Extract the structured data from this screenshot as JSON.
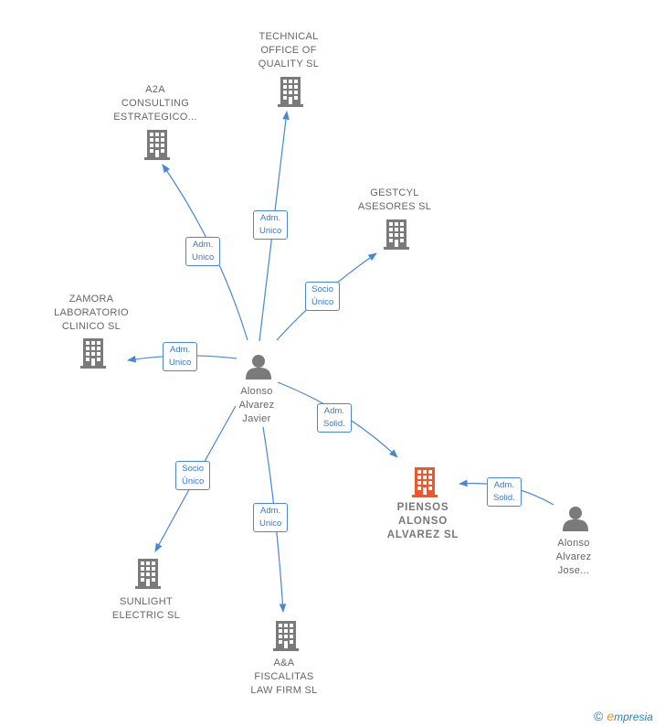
{
  "nodes": {
    "technical": {
      "type": "company",
      "label": "TECHNICAL\nOFFICE OF\nQUALITY SL",
      "color": "#7a7a7a"
    },
    "a2a": {
      "type": "company",
      "label": "A2A\nCONSULTING\nESTRATEGICO...",
      "color": "#7a7a7a"
    },
    "gestcyl": {
      "type": "company",
      "label": "GESTCYL\nASESORES SL",
      "color": "#7a7a7a"
    },
    "zamora": {
      "type": "company",
      "label": "ZAMORA\nLABORATORIO\nCLINICO  SL",
      "color": "#7a7a7a"
    },
    "piensos": {
      "type": "company",
      "label": "PIENSOS\nALONSO\nALVAREZ  SL",
      "color": "#f0562a"
    },
    "sunlight": {
      "type": "company",
      "label": "SUNLIGHT\nELECTRIC  SL",
      "color": "#7a7a7a"
    },
    "aa": {
      "type": "company",
      "label": "A&A\nFISCALITAS\nLAW FIRM  SL",
      "color": "#7a7a7a"
    },
    "alonso_javier": {
      "type": "person",
      "label": "Alonso\nAlvarez\nJavier",
      "color": "#7a7a7a"
    },
    "alonso_jose": {
      "type": "person",
      "label": "Alonso\nAlvarez\nJose...",
      "color": "#7a7a7a"
    }
  },
  "edges": [
    {
      "id": "e-technical",
      "label": "Adm.\nUnico"
    },
    {
      "id": "e-a2a",
      "label": "Adm.\nUnico"
    },
    {
      "id": "e-gestcyl",
      "label": "Socio\nÚnico"
    },
    {
      "id": "e-zamora",
      "label": "Adm.\nUnico"
    },
    {
      "id": "e-piensos",
      "label": "Adm.\nSolid."
    },
    {
      "id": "e-sunlight",
      "label": "Socio\nÚnico"
    },
    {
      "id": "e-aa",
      "label": "Adm.\nUnico"
    },
    {
      "id": "e-jose",
      "label": "Adm.\nSolid."
    }
  ],
  "colors": {
    "edge": "#4a86d4",
    "company": "#7a7a7a",
    "highlight": "#f0562a"
  },
  "brand": {
    "copyright": "©",
    "initial": "e",
    "rest": "mpresia"
  }
}
